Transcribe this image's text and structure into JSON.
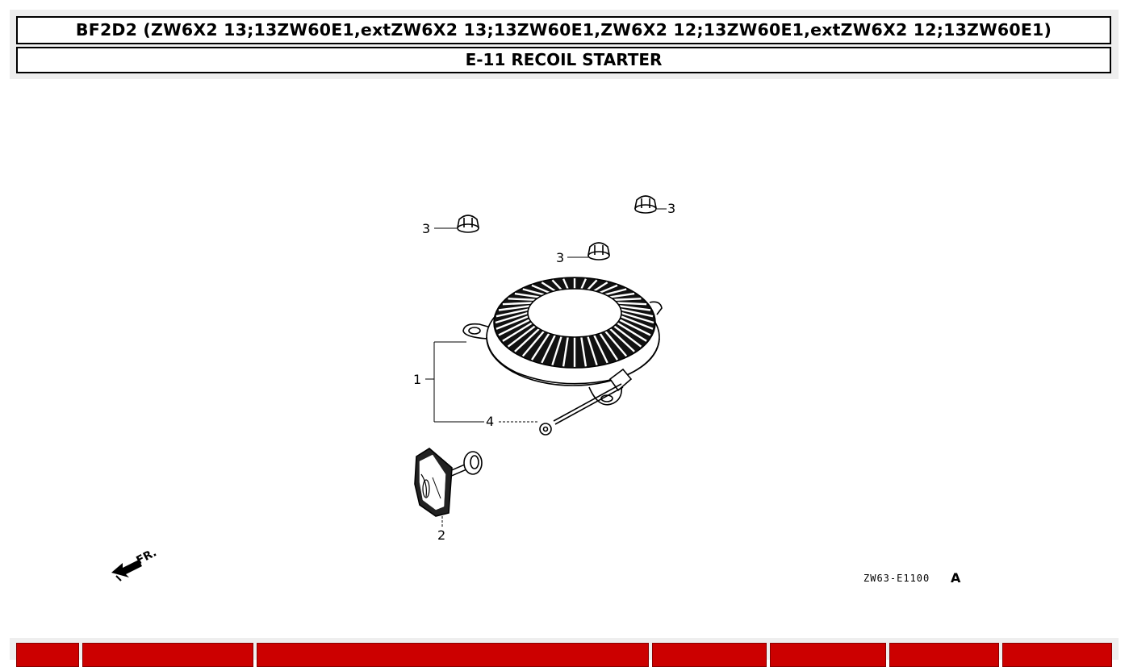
{
  "header": {
    "model_title": "BF2D2 (ZW6X2 13;13ZW60E1,extZW6X2 13;13ZW60E1,ZW6X2 12;13ZW60E1,extZW6X2 12;13ZW60E1)",
    "section_title": "E-11 RECOIL STARTER"
  },
  "diagram": {
    "callouts": {
      "starter_assy": "1",
      "grip": "2",
      "nut_a": "3",
      "nut_b": "3",
      "nut_c": "3",
      "rope": "4"
    },
    "direction_label": "FR.",
    "drawing_code": "ZW63-E1100",
    "drawing_code_suffix": "A"
  },
  "colors": {
    "table_header_bg": "#cc0000",
    "band_bg": "#eeeeee"
  },
  "parts_table": {
    "column_count": 7
  }
}
